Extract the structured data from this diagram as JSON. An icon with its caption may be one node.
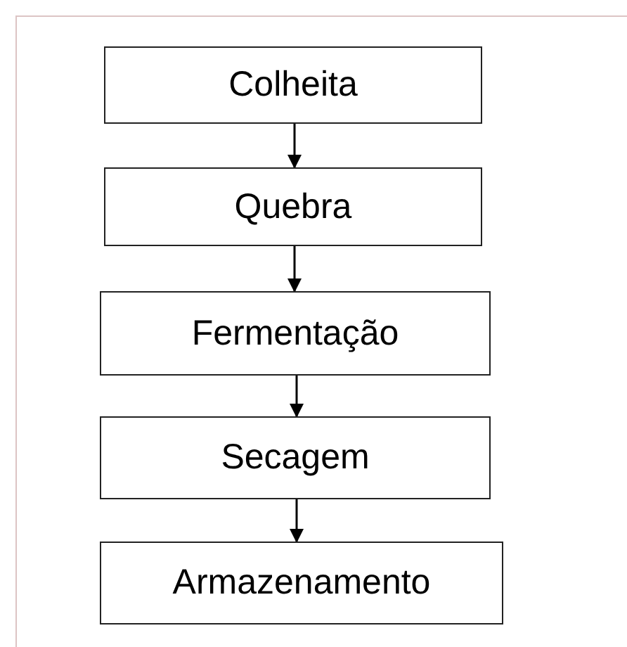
{
  "diagram": {
    "nodes": [
      {
        "text": [
          "Colheita"
        ]
      },
      {
        "text": [
          "Quebra"
        ]
      },
      {
        "text": [
          "Fermentação"
        ]
      },
      {
        "text": [
          "Secagem"
        ]
      },
      {
        "text": [
          "Armazenamento"
        ]
      }
    ],
    "edges": [
      {
        "from": 0,
        "to": 1,
        "arrow": "to"
      },
      {
        "from": 1,
        "to": 2,
        "arrow": "to"
      },
      {
        "from": 2,
        "to": 3,
        "arrow": "to"
      },
      {
        "from": 3,
        "to": 4,
        "arrow": "to"
      }
    ]
  }
}
